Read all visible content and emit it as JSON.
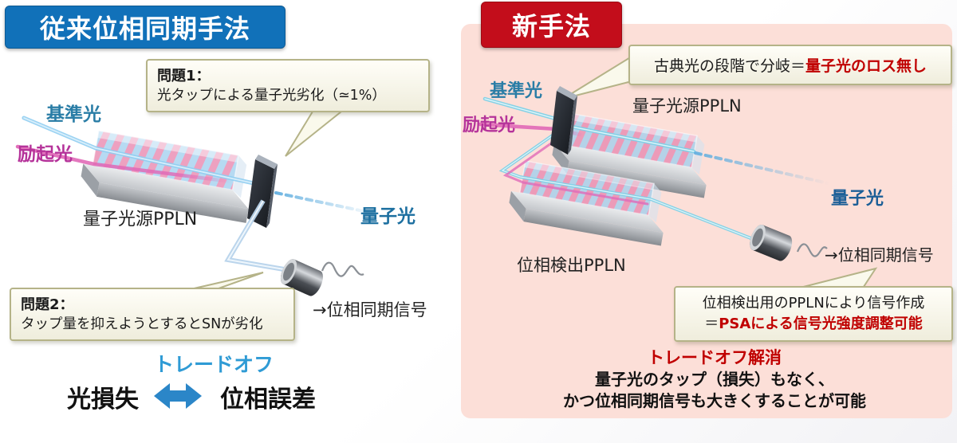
{
  "left": {
    "header": "従来位相同期手法",
    "problem1_title": "問題1：",
    "problem1_body": "光タップによる量子光劣化（≃1%）",
    "problem2_title": "問題2：",
    "problem2_body": "タップ量を抑えようとするとSNが劣化",
    "label_reference": "基準光",
    "label_pump": "励起光",
    "label_source_ppln": "量子光源PPLN",
    "label_quantum": "量子光",
    "label_signal": "→位相同期信号",
    "tradeoff_label": "トレードオフ",
    "term_loss": "光損失",
    "term_phase_error": "位相誤差"
  },
  "right": {
    "header": "新手法",
    "callout1_black": "古典光の段階で分岐＝",
    "callout1_red": "量子光のロス無し",
    "label_reference": "基準光",
    "label_pump": "励起光",
    "label_source_ppln": "量子光源PPLN",
    "label_detect_ppln": "位相検出PPLN",
    "label_quantum": "量子光",
    "label_signal": "→位相同期信号",
    "callout2_line1": "位相検出用のPPLNにより信号作成",
    "callout2_black": "＝",
    "callout2_red": "PSAによる信号光強度調整可能",
    "conclusion_title": "トレードオフ解消",
    "conclusion_line1": "量子光のタップ（損失）もなく、",
    "conclusion_line2": "かつ位相同期信号も大きくすることが可能"
  },
  "colors": {
    "header_blue": "#1171b9",
    "header_red": "#c30d1b",
    "panel_pink": "#fcdfd8",
    "bubble_border": "#b5b388",
    "accent_red": "#c00000",
    "tradeoff_blue": "#2f9bd5",
    "arrow_blue": "#2b86c8",
    "reference_blue": "#2a7da6",
    "pump_magenta": "#b5339a",
    "quantum_blue": "#1c6fa0",
    "quantum_blue_right": "#1c5f97",
    "beam_blue": "#8fcdf1",
    "beam_teal": "#7fd0e6",
    "beam_pink": "#e06ab8"
  }
}
